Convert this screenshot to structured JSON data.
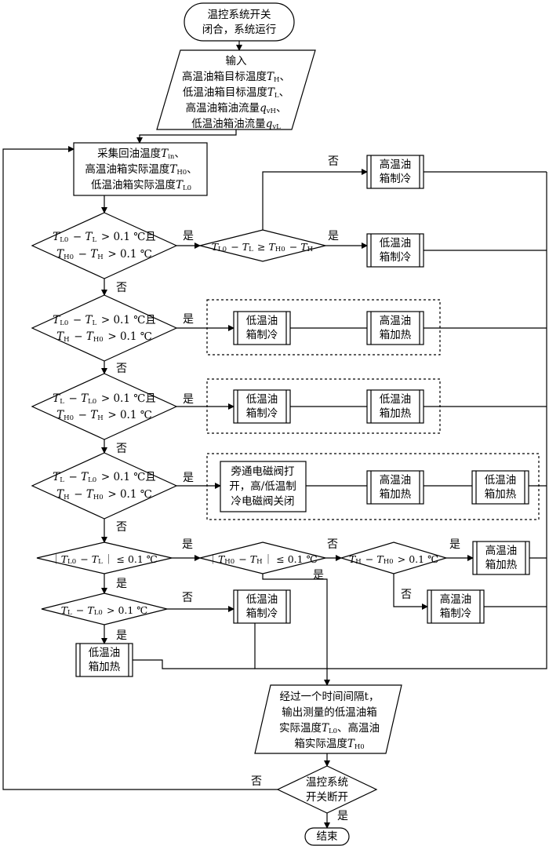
{
  "start": {
    "lines": [
      "温控系统开关",
      "闭合，系统运行"
    ]
  },
  "input": {
    "lines": [
      {
        "pre": "输入",
        "sub": ""
      },
      {
        "pre": "高温油箱目标温度T",
        "sub": "H",
        "post": "、"
      },
      {
        "pre": "低温油箱目标温度T",
        "sub": "L",
        "post": "、"
      },
      {
        "pre": "高温油箱油流量q",
        "sub": "vH",
        "post": "、"
      },
      {
        "pre": "低温油箱油流量q",
        "sub": "vL",
        "post": ""
      }
    ]
  },
  "collect": {
    "lines": [
      {
        "pre": "采集回油温度T",
        "sub": "in",
        "post": "、"
      },
      {
        "pre": "高温油箱实际温度T",
        "sub": "H0",
        "post": "、"
      },
      {
        "pre": "低温油箱实际温度T",
        "sub": "L0",
        "post": ""
      }
    ]
  },
  "decisions": {
    "d1": {
      "l1": "T_L0 − T_L > 0.1 ℃且",
      "l2": "T_H0 − T_H > 0.1 ℃"
    },
    "d1b": {
      "l1": "T_L0 − T_L ≥ T_H0 − T_H"
    },
    "d2": {
      "l1": "T_L0 − T_L > 0.1 ℃且",
      "l2": "T_H − T_H0 > 0.1 ℃"
    },
    "d3": {
      "l1": "T_L − T_L0 > 0.1 ℃且",
      "l2": "T_H0 − T_H > 0.1 ℃"
    },
    "d4": {
      "l1": "T_L − T_L0 > 0.1 ℃且",
      "l2": "T_H − T_H0 > 0.1 ℃"
    },
    "d5": {
      "l1": "｜T_L0 − T_L｜ ≤ 0.1 ℃"
    },
    "d6": {
      "l1": "｜T_H0 − T_H｜ ≤ 0.1 ℃"
    },
    "d7": {
      "l1": "T_H − T_H0 > 0.1 ℃"
    },
    "d8": {
      "l1": "T_L − T_L0 > 0.1 ℃"
    },
    "end_check": {
      "lines": [
        "温控系统",
        "开关断开"
      ]
    }
  },
  "actions": {
    "high_cool": [
      "高温油",
      "箱制冷"
    ],
    "low_cool": [
      "低温油",
      "箱制冷"
    ],
    "high_heat": [
      "高温油",
      "箱加热"
    ],
    "low_heat": [
      "低温油",
      "箱加热"
    ],
    "bypass": [
      "旁通电磁阀打",
      "开，高/低温制",
      "冷电磁阀关闭"
    ]
  },
  "output": {
    "lines": [
      {
        "pre": "经过一个时间间隔t，",
        "sub": ""
      },
      {
        "pre": "输出测量的低温油箱",
        "sub": ""
      },
      {
        "pre": "实际温度T",
        "sub": "L0",
        "post": "、高温油"
      },
      {
        "pre": "箱实际温度T",
        "sub": "H0",
        "post": ""
      }
    ]
  },
  "end": {
    "label": "结束"
  },
  "labels": {
    "yes": "是",
    "no": "否"
  }
}
